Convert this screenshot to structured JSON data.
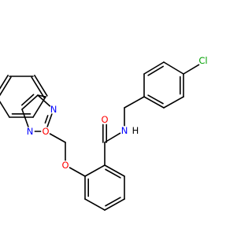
{
  "colors": {
    "bond": "#000000",
    "background": "#ffffff",
    "O": "#ff0000",
    "N": "#0000ff",
    "Cl": "#00a000"
  },
  "labels": {
    "cl": "Cl",
    "amide_n": "N",
    "amide_h": "H",
    "carbonyl_o": "O",
    "ether_o": "O",
    "ring_o": "O",
    "ring_n2": "N",
    "ring_n4": "N"
  }
}
